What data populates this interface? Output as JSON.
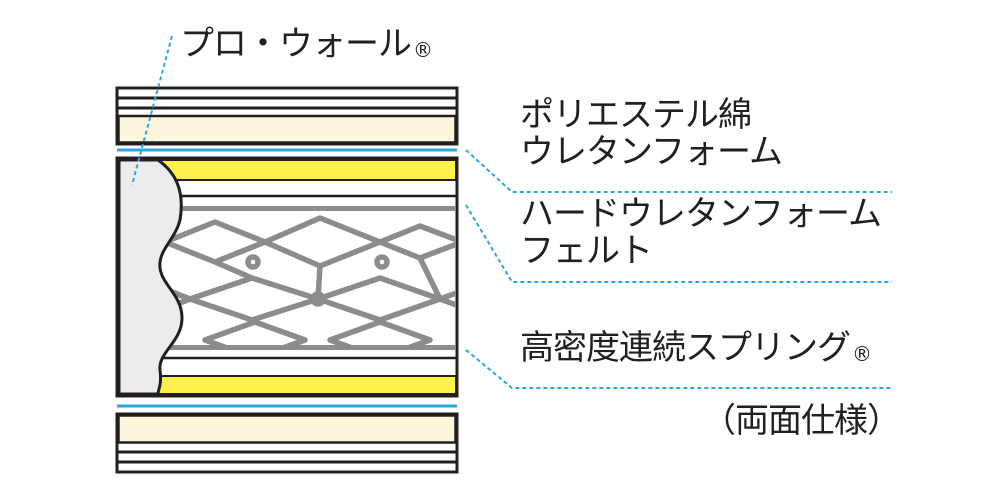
{
  "labels": {
    "pro_wall": "プロ・ウォール",
    "pro_wall_mark": "®",
    "upper_layers": [
      "ポリエステル綿",
      "ウレタンフォーム"
    ],
    "middle_layers": [
      "ハードウレタンフォーム",
      "フェルト"
    ],
    "spring": "高密度連続スプリング",
    "spring_mark": "®",
    "note": "（両面仕様）"
  },
  "colors": {
    "outline": "#231f20",
    "cream": "#faf7dd",
    "yellow": "#fff04a",
    "blue": "#29a8e0",
    "spring": "#8c8c8c",
    "wall": "#ececec",
    "leader": "#29a8e0"
  }
}
